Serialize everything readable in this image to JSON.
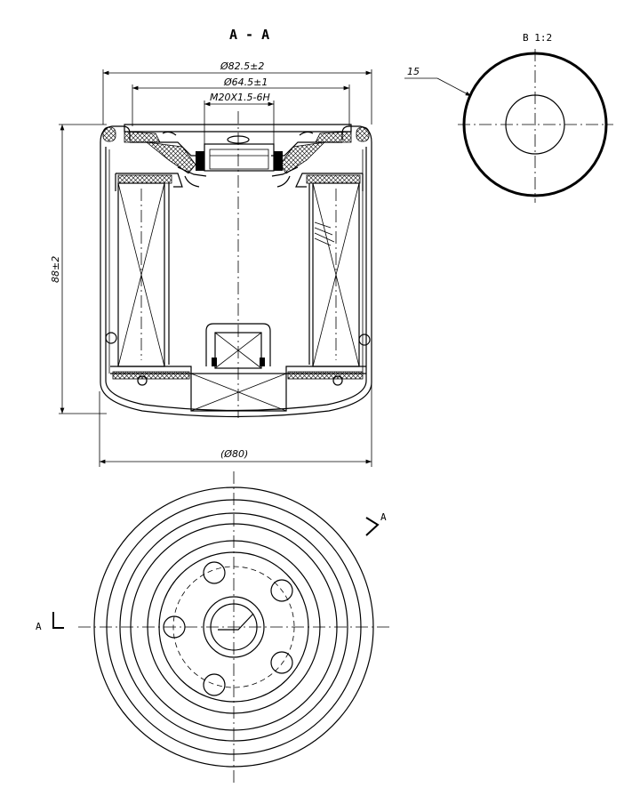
{
  "section_title": "A - A",
  "detail_title": "B  1:2",
  "detail_leader_label": "15",
  "dimensions": {
    "outer_diameter": "Ø82.5±2",
    "inner_diameter": "Ø64.5±1",
    "thread": "M20X1.5-6H",
    "height": "88±2",
    "body_diameter": "(Ø80)"
  },
  "section_marks": {
    "left": "A",
    "right": "A"
  }
}
